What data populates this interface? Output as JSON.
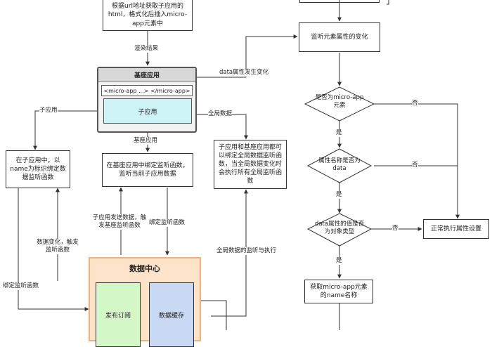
{
  "nodes": {
    "fetch_html": "根据url地址获取子应用的html，格式化后插入micro-app元素中",
    "base_app_title": "基座应用",
    "micro_app_tag": "<micro-app ...> </micro-app>",
    "child_app": "子应用",
    "bind_listener": "在基座应用中绑定监听函数，监听当前子应用数据",
    "child_bind": "在子应用中，以name为标识绑定数据监听函数",
    "global_data_desc": "子应用和基座应用都可以绑定全局数据监听函数，当全局数据变化时会执行所有全局监听函数",
    "data_center": "数据中心",
    "publish_subscribe": "发布订阅",
    "data_cache": "数据缓存",
    "watch_attr": "监听元素属性的变化",
    "is_micro_app": "是否为micro-app元素",
    "is_data": "属性名称是否为data",
    "is_object": "data属性的值是否为对象类型",
    "normal_set": "正常执行属性设置",
    "get_name": "获取micro-app元素的name名称"
  },
  "edge_labels": {
    "render_result": "渲染结果",
    "data_attr_changed": "data属性发生变化",
    "child_app": "子应用",
    "global_data": "全局数据",
    "base_app": "基座应用",
    "child_send": "子应用发送数据，触发基座监听函数",
    "bind_listener": "绑定监听函数",
    "data_change_trigger": "数据变化，触发监听函数",
    "bind_listener_left": "绑定监听函数",
    "global_listen_exec": "全局数据的监听与执行",
    "yes1": "是",
    "no1": "否",
    "yes2": "是",
    "no2": "否",
    "yes3": "是",
    "no3": "否"
  },
  "colors": {
    "child_app_fill": "#cdf3f7",
    "base_header": "#d8d8d8",
    "data_center_fill": "#fde3c9",
    "data_center_border": "#f0b27a",
    "publish_fill": "#d4f7c7",
    "cache_fill": "#c9d8f3"
  }
}
